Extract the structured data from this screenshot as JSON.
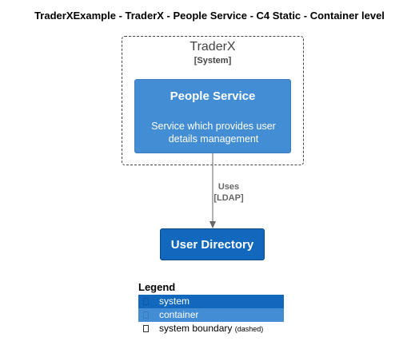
{
  "title": "TraderXExample - TraderX - People Service - C4 Static - Container level",
  "boundary": {
    "name": "TraderX",
    "type": "[System]"
  },
  "container": {
    "name": "People Service",
    "description": "Service which provides user details management",
    "color": "#438dd5"
  },
  "system": {
    "name": "User Directory",
    "color": "#1168bd"
  },
  "relationship": {
    "label": "Uses",
    "technology": "[LDAP]",
    "color": "#666666"
  },
  "legend": {
    "title": "Legend",
    "items": [
      {
        "label": "system",
        "note": "",
        "color": "#1168bd"
      },
      {
        "label": "container",
        "note": "",
        "color": "#438dd5"
      },
      {
        "label": "system boundary",
        "note": "(dashed)",
        "color": "#ffffff"
      }
    ]
  }
}
